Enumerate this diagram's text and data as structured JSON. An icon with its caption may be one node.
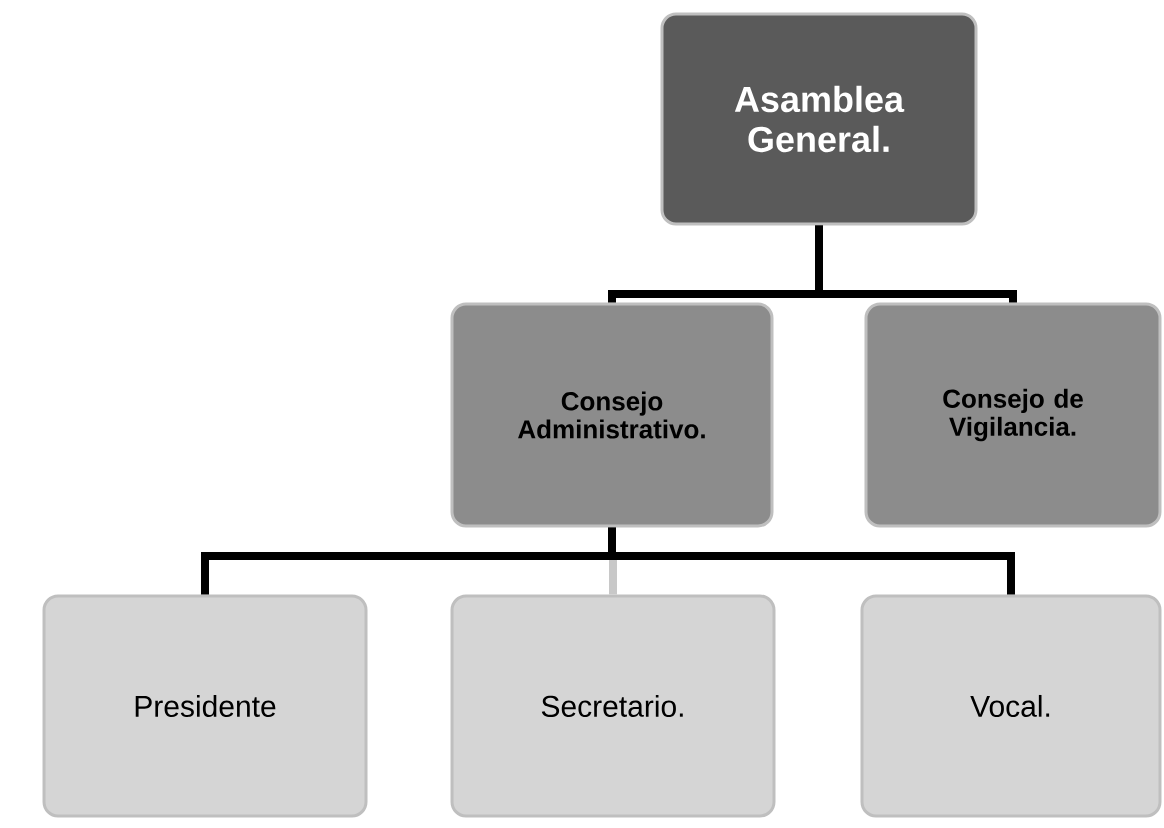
{
  "diagram": {
    "nodes": [
      {
        "text": [
          "Asamblea General."
        ]
      },
      {
        "text": [
          "Consejo Administrativo."
        ]
      },
      {
        "text": [
          "Consejo de Vigilancia."
        ]
      },
      {
        "text": [
          "Presidente"
        ]
      },
      {
        "text": [
          "Secretario."
        ]
      },
      {
        "text": [
          "Vocal."
        ]
      }
    ],
    "edges": [
      {
        "from": 0,
        "to": 1,
        "arrow": "none"
      },
      {
        "from": 0,
        "to": 2,
        "arrow": "none"
      },
      {
        "from": 1,
        "to": 3,
        "arrow": "none"
      },
      {
        "from": 1,
        "to": 4,
        "arrow": "none",
        "color": "#c8c8c8"
      },
      {
        "from": 1,
        "to": 5,
        "arrow": "none"
      }
    ]
  }
}
